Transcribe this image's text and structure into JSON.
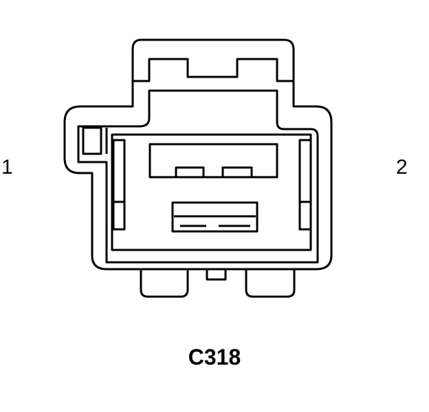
{
  "diagram": {
    "pin_left_label": "1",
    "pin_right_label": "2",
    "connector_id": "C318",
    "stroke_color": "#000000",
    "background_color": "#ffffff"
  }
}
